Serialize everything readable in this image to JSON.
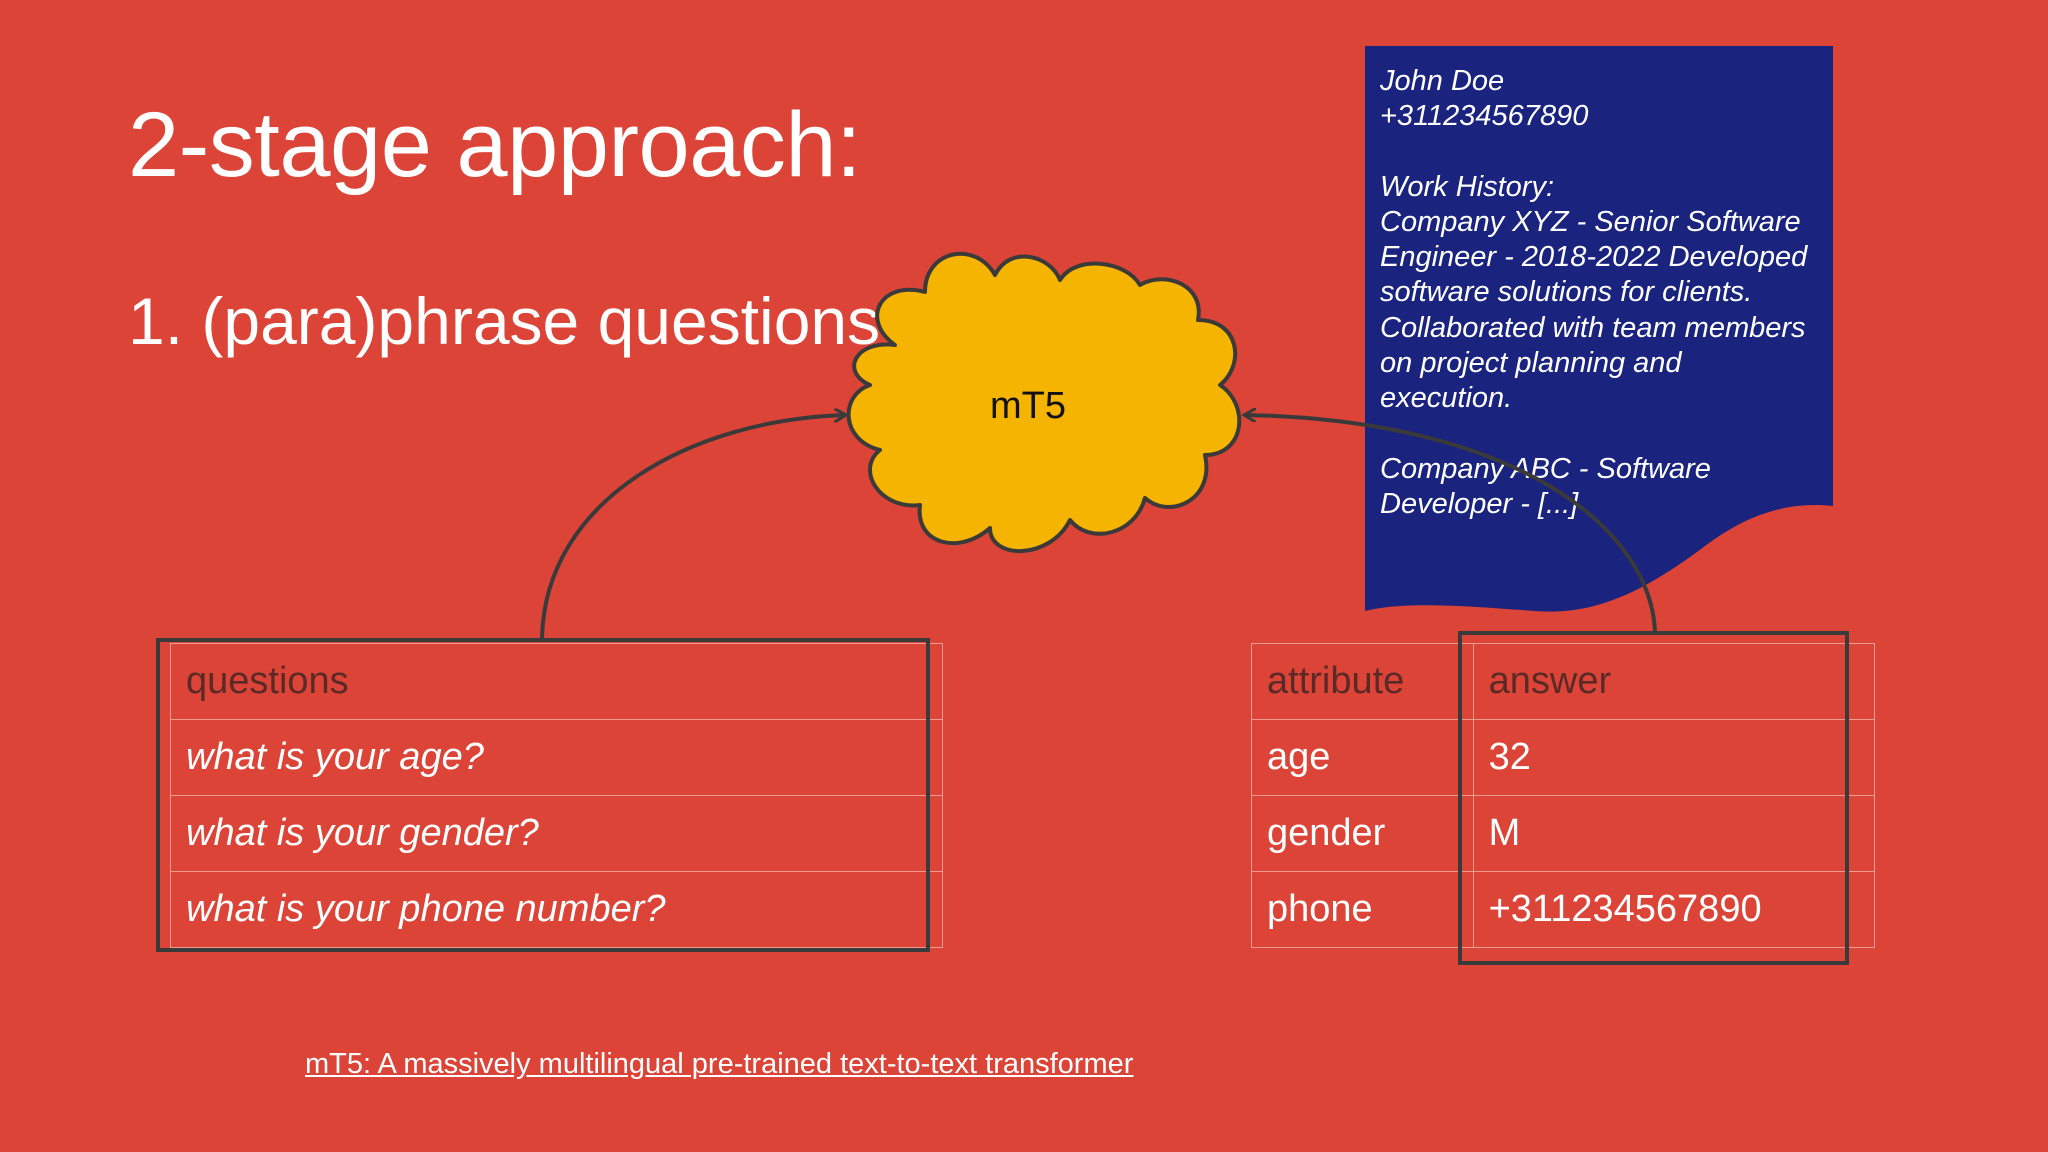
{
  "slide": {
    "title": "2-stage approach:",
    "subtitle": "1. (para)phrase questions",
    "model_label": "mT5",
    "document": {
      "lines_1": "John Doe\n+311234567890",
      "lines_2": "Work History:\nCompany XYZ - Senior Software\nEngineer - 2018-2022 Developed\nsoftware solutions for clients.\nCollaborated with team members\non project planning and\nexecution.",
      "lines_3": "Company ABC - Software\nDeveloper - [...]"
    },
    "questions_table": {
      "header": "questions",
      "rows": [
        "what is your age?",
        "what is your gender?",
        "what is your phone number?"
      ]
    },
    "answers_table": {
      "headers": [
        "attribute",
        "answer"
      ],
      "rows": [
        [
          "age",
          "32"
        ],
        [
          "gender",
          "M"
        ],
        [
          "phone",
          "+311234567890"
        ]
      ]
    },
    "footer_link": "mT5: A massively multilingual pre-trained text-to-text transformer"
  },
  "colors": {
    "background": "#db4437",
    "cloud": "#f4b400",
    "document": "#1a237e",
    "outline": "#3a3a3a"
  }
}
